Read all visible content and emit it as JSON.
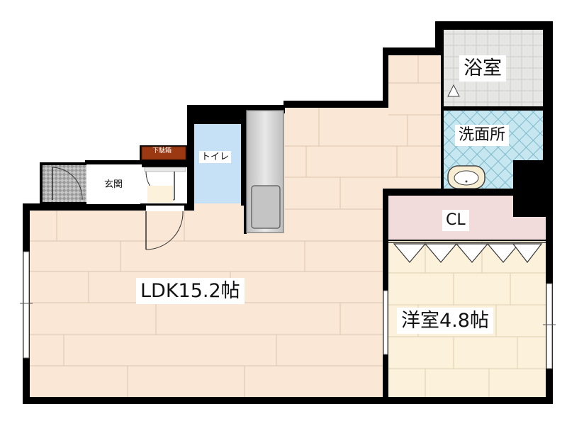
{
  "floorplan": {
    "rooms": {
      "ldk": "LDK15.2帖",
      "western_room": "洋室4.8帖",
      "bathroom": "浴室",
      "washroom": "洗面所",
      "closet": "CL",
      "toilet": "トイレ",
      "entrance": "玄関",
      "shoe_box": "下駄箱"
    },
    "colors": {
      "wall": "#000000",
      "wood_floor": "#fbe7d5",
      "wood_floor_light": "#fcf2db",
      "bathroom_tile": "#e6e6e4",
      "washroom_tile": "#c6e7f0",
      "toilet_floor": "#c6e1f5",
      "closet_floor": "#f1dcdb",
      "entrance_tile": "#bcbcbc",
      "shoe_box": "#9b3a12",
      "kitchen_counter": "#cfcfcf"
    }
  }
}
